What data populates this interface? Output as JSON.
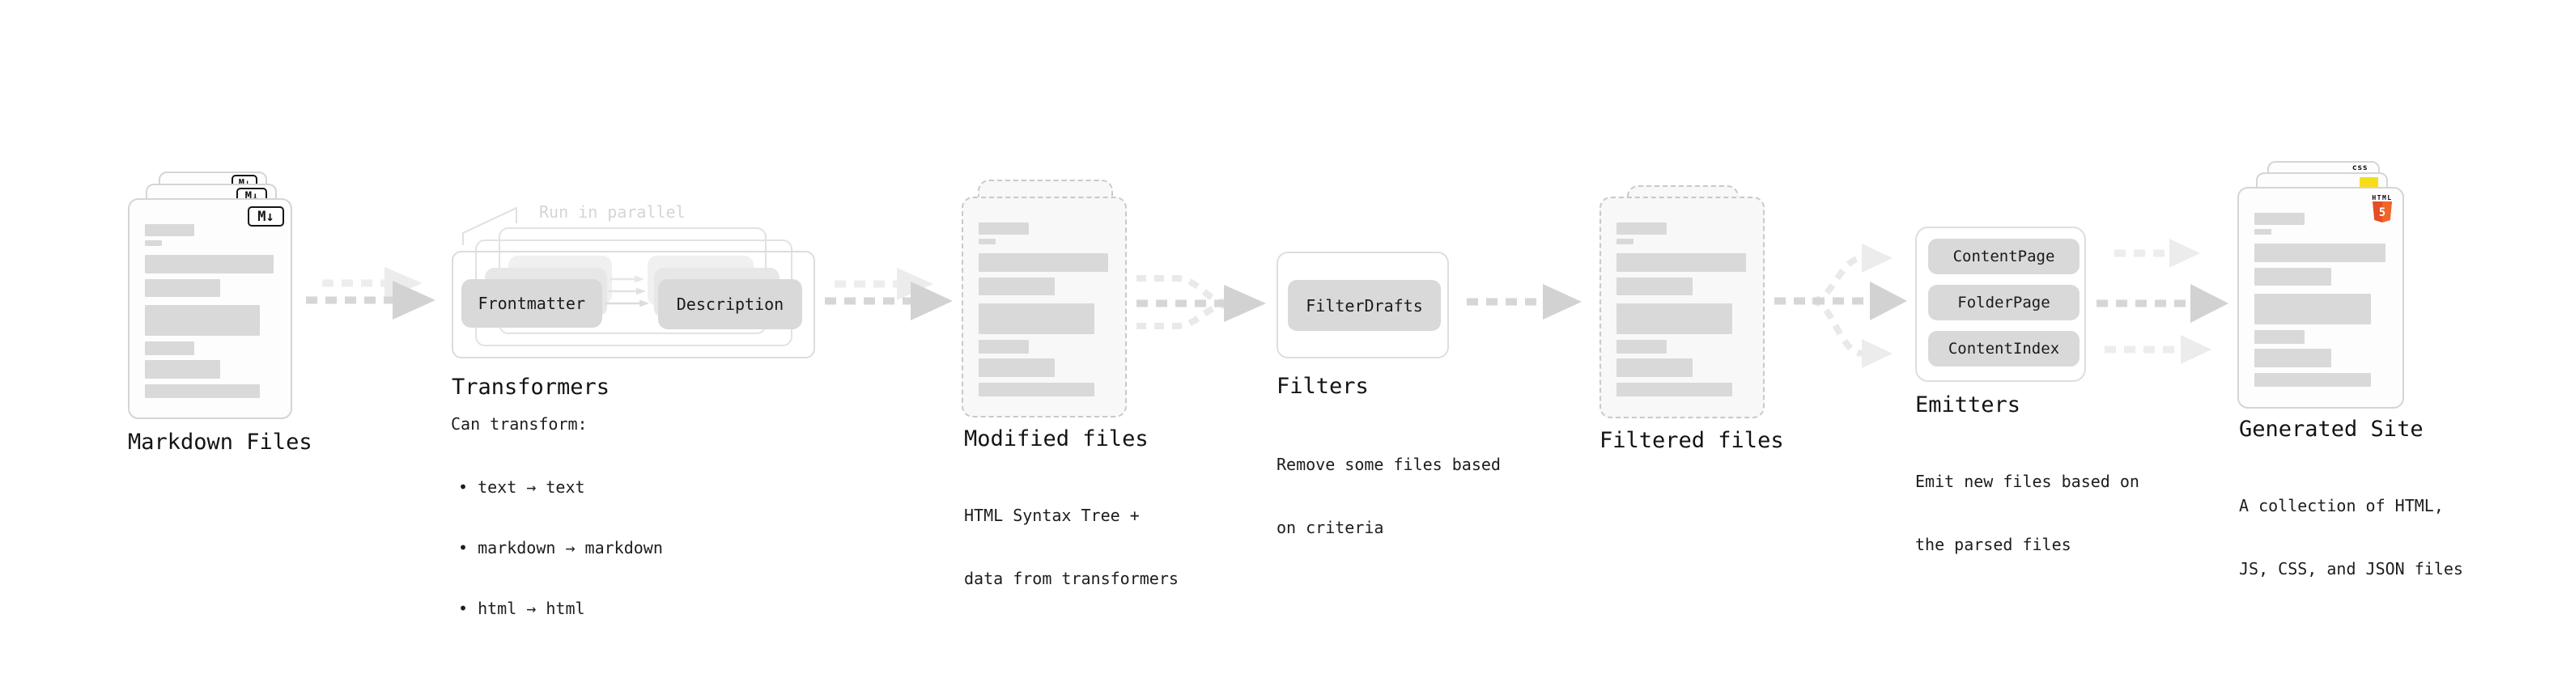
{
  "colors": {
    "html-orange": "#e44d26",
    "html-orange-light": "#f16529",
    "js-yellow": "#f5de19",
    "css-blue": "#2965f1"
  },
  "nodes": {
    "markdown_files": {
      "label": "Markdown Files",
      "badge": "M↓"
    },
    "transformers": {
      "label": "Transformers",
      "note": "Run in parallel",
      "heading": "Can transform:",
      "bullets": [
        "• text → text",
        "• markdown → markdown",
        "• html → html"
      ],
      "box_left": "Frontmatter",
      "box_right": "Description"
    },
    "modified_files": {
      "label": "Modified files",
      "sub1": "HTML Syntax Tree +",
      "sub2": "data from transformers"
    },
    "filters": {
      "label": "Filters",
      "sub1": "Remove some files based",
      "sub2": "on criteria",
      "box": "FilterDrafts"
    },
    "filtered_files": {
      "label": "Filtered files"
    },
    "emitters": {
      "label": "Emitters",
      "sub1": "Emit new files based on",
      "sub2": "the parsed files",
      "boxes": [
        "ContentPage",
        "FolderPage",
        "ContentIndex"
      ]
    },
    "generated_site": {
      "label": "Generated Site",
      "sub1": "A collection of HTML,",
      "sub2": "JS, CSS, and JSON files",
      "badge_css": "css",
      "badge_html_word": "HTML",
      "badge_html_number": "5"
    }
  }
}
